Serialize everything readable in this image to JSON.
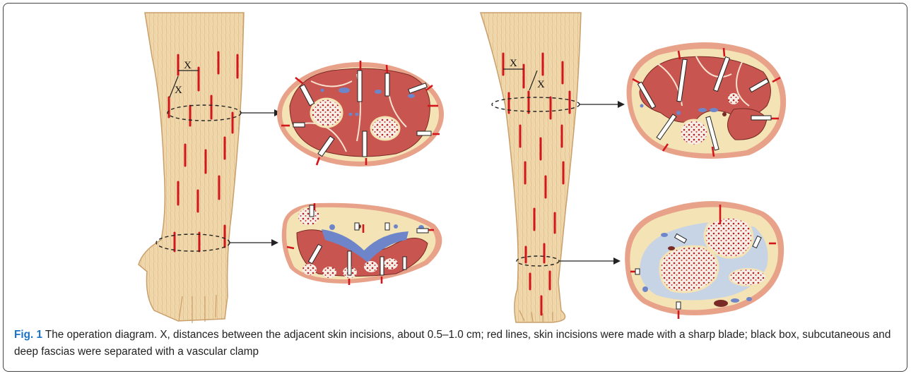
{
  "figure": {
    "distance_marker": "X",
    "colors": {
      "incision": "#d3151c",
      "muscle": "#c8554f",
      "fat": "#f4e3b5",
      "skin": "#e8a28a",
      "vessel_blue": "#6e86c9",
      "bone": "#f8f2ec",
      "marrow": "#b2201c",
      "clamp": "#ffffff"
    }
  },
  "caption": {
    "label": "Fig. 1",
    "text": " The operation diagram. X, distances between the adjacent skin incisions, about 0.5–1.0 cm; red lines, skin incisions were made with a sharp blade; black box, subcutaneous and deep fascias were separated with a vascular clamp"
  }
}
